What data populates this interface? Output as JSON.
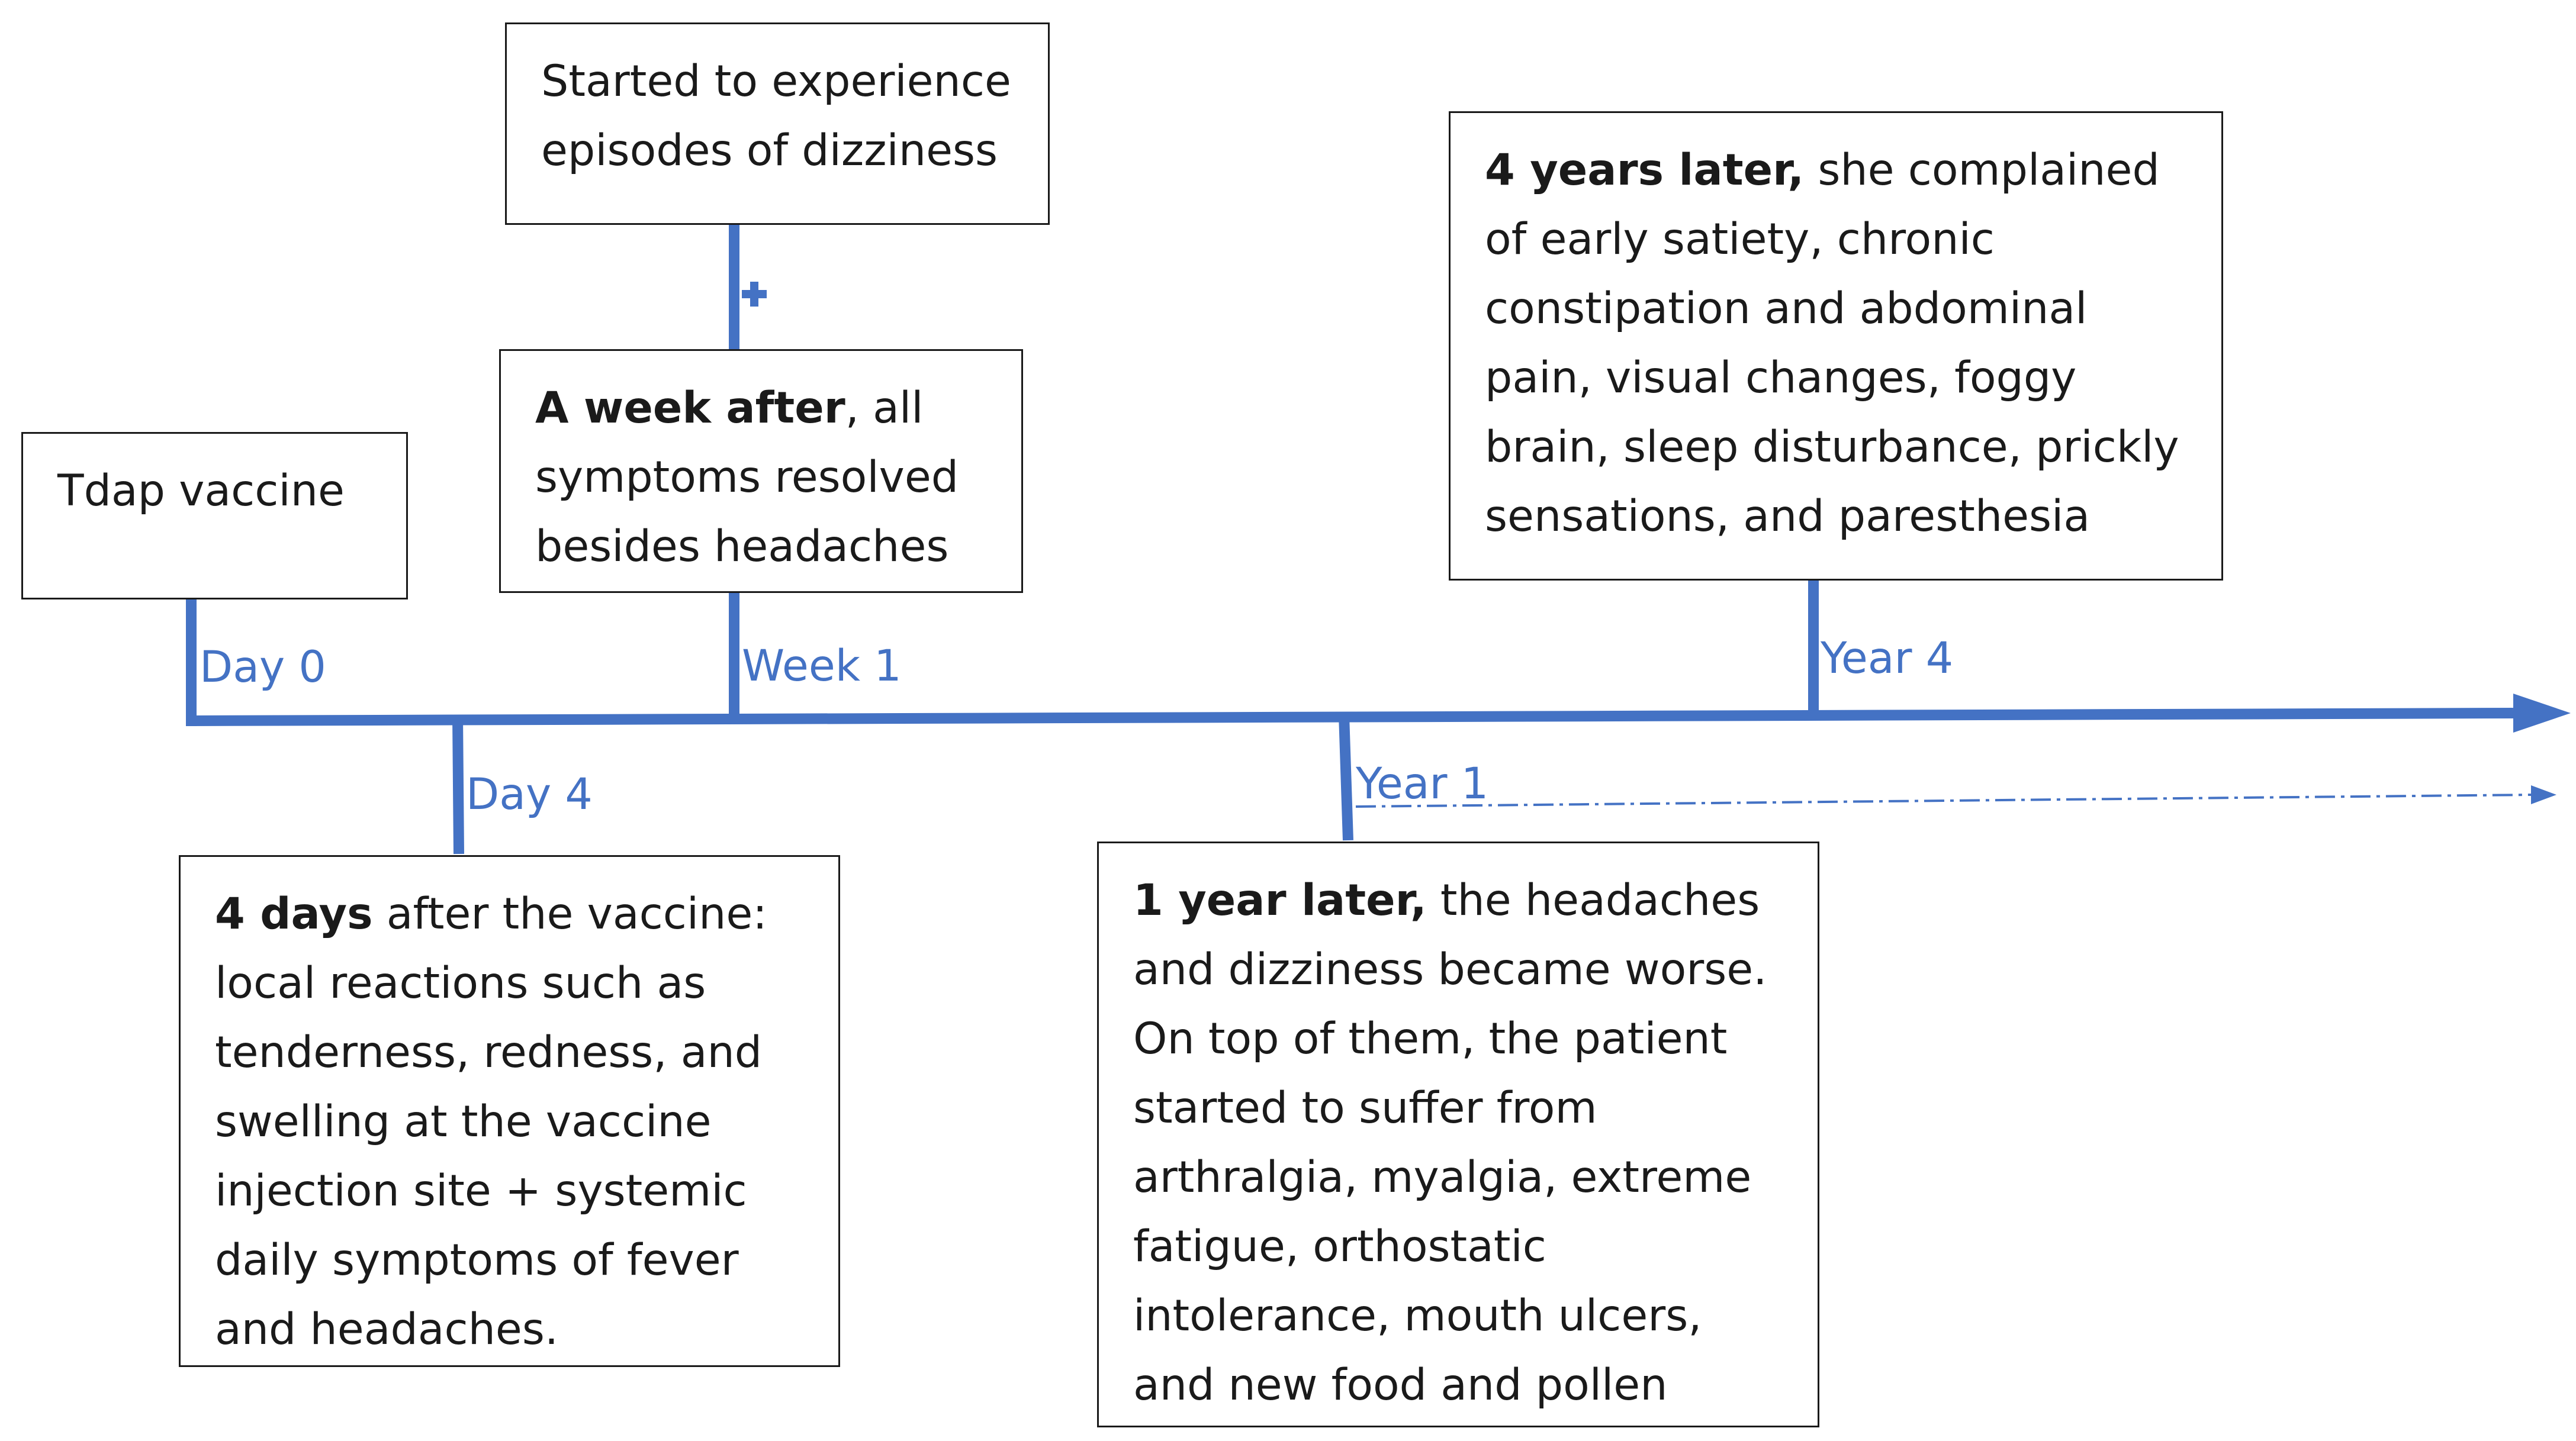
{
  "colors": {
    "timeline": "#4472c4",
    "box_border": "#1a1a1a",
    "text": "#1a1a1a",
    "background": "#ffffff"
  },
  "ticks": {
    "day0": "Day 0",
    "day4": "Day 4",
    "week1": "Week 1",
    "year1": "Year 1",
    "year4": "Year 4"
  },
  "events": {
    "tdap": {
      "text": "Tdap vaccine"
    },
    "dizziness": {
      "text": "Started to experience episodes of dizziness"
    },
    "week": {
      "bold": "A week after",
      "text": ", all symptoms resolved besides headaches"
    },
    "day4": {
      "bold": "4 days",
      "text": " after the vaccine: local reactions such as tenderness, redness, and swelling at the vaccine injection site + systemic daily symptoms of fever and headaches."
    },
    "year1": {
      "bold": "1 year later,",
      "text": " the headaches and dizziness became worse. On top of them, the patient started to suffer from arthralgia, myalgia, extreme fatigue, orthostatic intolerance, mouth ulcers, and new food and pollen"
    },
    "year4": {
      "bold": "4 years later,",
      "text": " she complained of early satiety, chronic constipation and abdominal pain, visual changes, foggy brain, sleep disturbance, prickly sensations, and paresthesia"
    }
  }
}
